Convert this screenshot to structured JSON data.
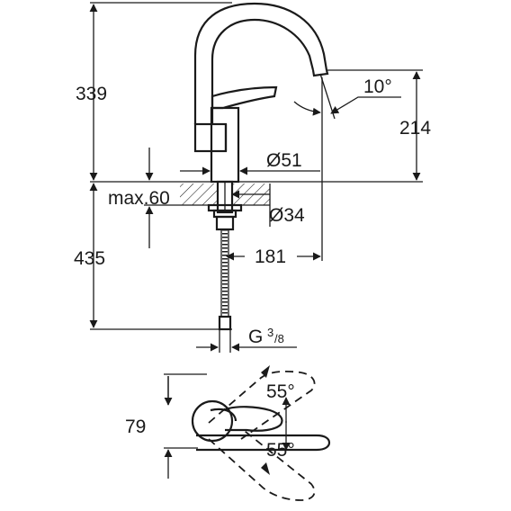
{
  "dimensions": {
    "total_height": "339",
    "spout_height": "214",
    "spout_angle": "10°",
    "base_diameter": "Ø51",
    "max_counter_thickness": "max.60",
    "hole_diameter": "Ø34",
    "below_counter": "435",
    "spout_reach": "181",
    "connection_prefix": "G",
    "connection_fraction_num": "3",
    "connection_fraction_den": "/8",
    "handle_clearance": "79",
    "lever_angle_top": "55°",
    "lever_angle_bottom": "55°"
  },
  "colors": {
    "ink": "#1a1a1a",
    "background": "#ffffff"
  }
}
